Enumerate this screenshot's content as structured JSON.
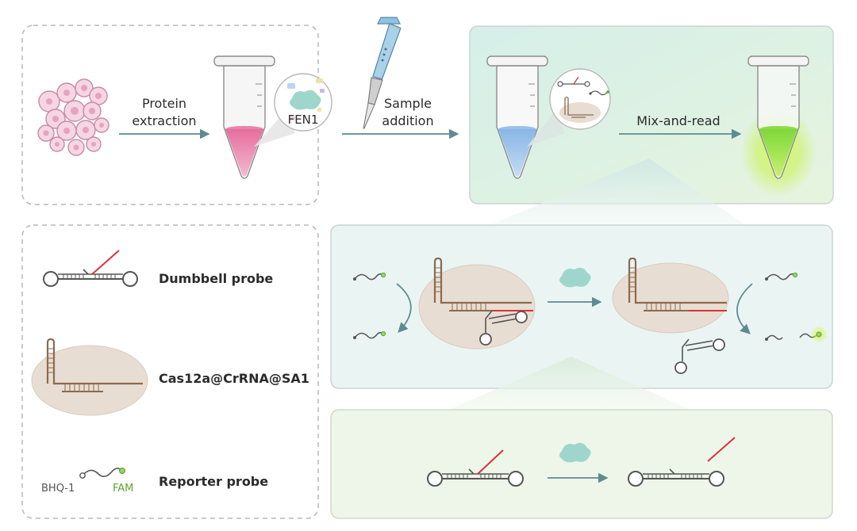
{
  "labels": {
    "protein_extraction_1": "Protein",
    "protein_extraction_2": "extraction",
    "fen1": "FEN1",
    "sample_addition_1": "Sample",
    "sample_addition_2": "addition",
    "mix_and_read": "Mix-and-read"
  },
  "legend": {
    "dumbbell_probe": "Dumbbell probe",
    "cas12a_complex": "Cas12a@CrRNA@SA1",
    "reporter_probe": "Reporter probe",
    "bhq1": "BHQ-1",
    "fam": "FAM"
  },
  "colors": {
    "arrow": "#5f8a91",
    "dna_brown": "#8b6b4f",
    "cut_red": "#d9333a",
    "cas_body": "#e8ddd2",
    "fen1_blob": "#9fd6cc",
    "tube_pink": "#e88fb1",
    "tube_blue": "#9fc4ea",
    "tube_green": "#8fe43a",
    "fam_green": "#5aa832"
  }
}
